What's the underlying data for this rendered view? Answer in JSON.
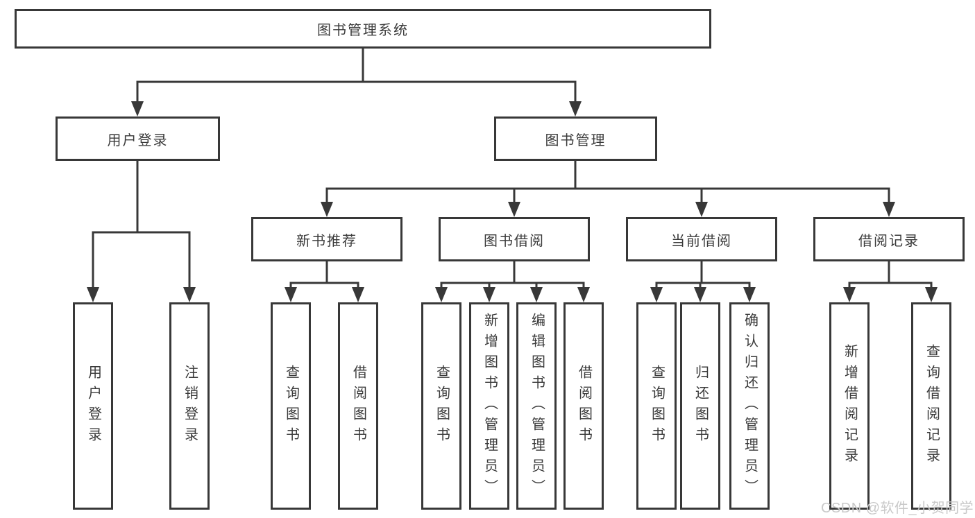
{
  "diagram_type": "hierarchy-tree",
  "tree": {
    "root": {
      "label": "图书管理系统"
    },
    "branches": [
      {
        "label": "用户登录",
        "children": [
          {
            "label": "用户登录"
          },
          {
            "label": "注销登录"
          }
        ]
      },
      {
        "label": "图书管理",
        "children": [
          {
            "label": "新书推荐",
            "children": [
              {
                "label": "查询图书"
              },
              {
                "label": "借阅图书"
              }
            ]
          },
          {
            "label": "图书借阅",
            "children": [
              {
                "label": "查询图书"
              },
              {
                "label": "新增图书（管理员）"
              },
              {
                "label": "编辑图书（管理员）"
              },
              {
                "label": "借阅图书"
              }
            ]
          },
          {
            "label": "当前借阅",
            "children": [
              {
                "label": "查询图书"
              },
              {
                "label": "归还图书"
              },
              {
                "label": "确认归还（管理员）"
              }
            ]
          },
          {
            "label": "借阅记录",
            "children": [
              {
                "label": "新增借阅记录"
              },
              {
                "label": "查询借阅记录"
              }
            ]
          }
        ]
      }
    ]
  },
  "watermark": "CSDN @软件_小贺同学",
  "colors": {
    "line": "#383838",
    "text": "#3a3a3a",
    "watermark": "#c9c9c9",
    "background": "#ffffff"
  }
}
